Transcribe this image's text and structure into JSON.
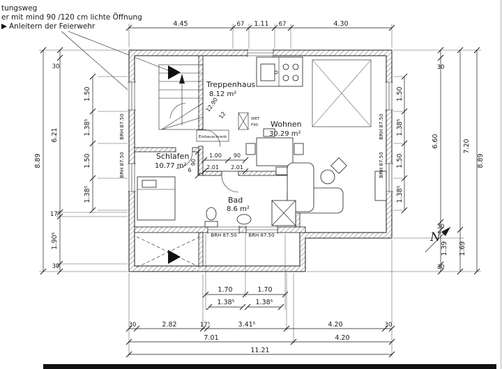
{
  "notes": {
    "line1": "tungsweg",
    "line2": "er mit mind  90 /120 cm lichte Öffnung",
    "line3": "Anleitern der Feierwehr"
  },
  "rooms": {
    "treppenhaus_name": "Treppenhaus",
    "treppenhaus_area": "8.12 m²",
    "wohnen_name": "Wohnen",
    "wohnen_area": "30.29 m²",
    "schlafen_name": "Schlafen",
    "schlafen_area": "10.77 m²",
    "bad_name": "Bad",
    "bad_area": "8.6 m²",
    "einbauschrank": "Einbauschrank",
    "wet": "WET",
    "f90": "F90"
  },
  "labels": {
    "brh": "BRH 87.50",
    "north": "N"
  },
  "dims": {
    "top": [
      "4.45",
      "67",
      "1.11",
      "67",
      "4.30"
    ],
    "left_outer": "8.89",
    "left_chain": [
      "30",
      "6.21",
      "17⁵",
      "1.90⁵",
      "30"
    ],
    "left_windows": [
      "1.50",
      "1.38⁵",
      "1.50",
      "1.38⁵"
    ],
    "right_windows": [
      "1.50",
      "1.38⁵",
      "1.50",
      "1.38⁵"
    ],
    "right_chain": [
      "30",
      "6.60",
      "30",
      "1.39",
      "30"
    ],
    "right_total_upper": "7.20",
    "right_lower": "1.69",
    "right_outer": "8.89",
    "bad_windows_w": [
      "1.70",
      "1.70"
    ],
    "bad_windows_w2": [
      "1.38⁵",
      "1.38⁵"
    ],
    "bottom_chain": [
      "30",
      "2.82",
      "17⁵",
      "3.41⁵",
      "4.20",
      "30"
    ],
    "bottom_mid": [
      "7.01",
      "4.20"
    ],
    "bottom_total": "11.21",
    "interior": {
      "d1": "1.00",
      "d2": "90",
      "d3": "2.01",
      "d4": "2.01",
      "d5": "90",
      "d6": "6",
      "stair_a": "12.90",
      "stair_b": "12"
    }
  }
}
